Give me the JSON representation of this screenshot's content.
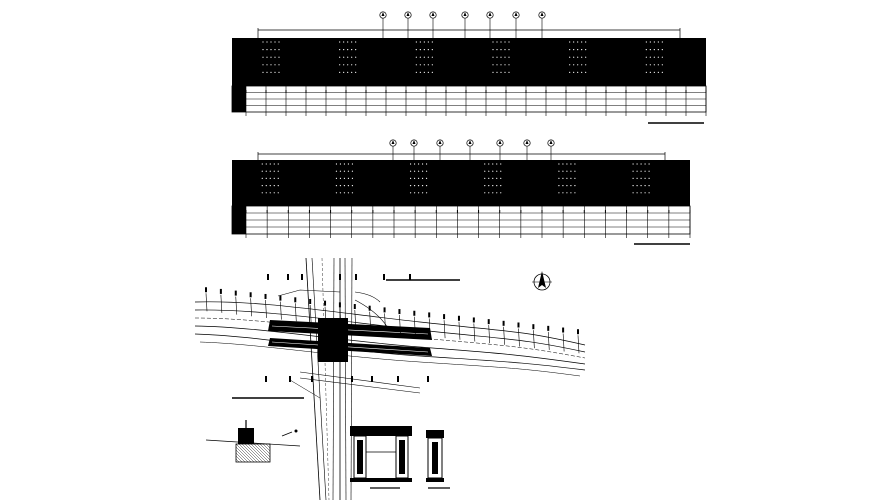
{
  "drawing": {
    "background": "#ffffff",
    "line_color": "#000000",
    "fill_color": "#000000",
    "dot_color": "#ffffff"
  },
  "elevation_1": {
    "pier_markers": 7,
    "columns": 23,
    "table_rows": 4,
    "dot_groups": 6,
    "caption": ""
  },
  "elevation_2": {
    "pier_markers": 7,
    "columns": 21,
    "table_rows": 4,
    "dot_groups": 6,
    "caption": ""
  },
  "plan_view": {
    "road_stations": 26,
    "caption": ""
  },
  "north_arrow": {
    "icon": "north-arrow-icon"
  },
  "details": {
    "section_a_caption": "",
    "section_b_caption": "",
    "section_c_caption": ""
  }
}
